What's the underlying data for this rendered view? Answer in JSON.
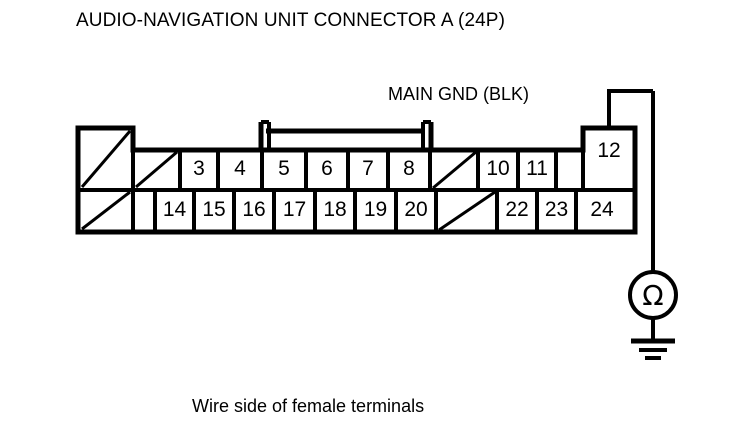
{
  "title": "AUDIO-NAVIGATION UNIT CONNECTOR A (24P)",
  "caption": "Wire side of female terminals",
  "wire_label": "MAIN GND (BLK)",
  "colors": {
    "ink": "#000000",
    "paper": "#ffffff"
  },
  "connector": {
    "name": "AUDIO-NAVIGATION UNIT CONNECTOR A",
    "pin_count_label": "(24P)",
    "pin_count": 24,
    "rows": 2,
    "top_row": [
      {
        "pin": 1,
        "label": "",
        "state": "blanked"
      },
      {
        "pin": 2,
        "label": "",
        "state": "blanked"
      },
      {
        "pin": 3,
        "label": "3",
        "state": "numbered"
      },
      {
        "pin": 4,
        "label": "4",
        "state": "numbered"
      },
      {
        "pin": 5,
        "label": "5",
        "state": "numbered"
      },
      {
        "pin": 6,
        "label": "6",
        "state": "numbered"
      },
      {
        "pin": 7,
        "label": "7",
        "state": "numbered"
      },
      {
        "pin": 8,
        "label": "8",
        "state": "numbered"
      },
      {
        "pin": 9,
        "label": "",
        "state": "blanked"
      },
      {
        "pin": 10,
        "label": "10",
        "state": "numbered"
      },
      {
        "pin": 11,
        "label": "11",
        "state": "numbered"
      },
      {
        "pin": 12,
        "label": "12",
        "state": "numbered"
      }
    ],
    "bottom_row": [
      {
        "pin": 13,
        "label": "",
        "state": "empty"
      },
      {
        "pin": 14,
        "label": "14",
        "state": "numbered"
      },
      {
        "pin": 15,
        "label": "15",
        "state": "numbered"
      },
      {
        "pin": 16,
        "label": "16",
        "state": "numbered"
      },
      {
        "pin": 17,
        "label": "17",
        "state": "numbered"
      },
      {
        "pin": 18,
        "label": "18",
        "state": "numbered"
      },
      {
        "pin": 19,
        "label": "19",
        "state": "numbered"
      },
      {
        "pin": 20,
        "label": "20",
        "state": "numbered"
      },
      {
        "pin": 21,
        "label": "",
        "state": "blanked"
      },
      {
        "pin": 22,
        "label": "22",
        "state": "numbered"
      },
      {
        "pin": 23,
        "label": "23",
        "state": "numbered"
      },
      {
        "pin": 24,
        "label": "24",
        "state": "numbered"
      }
    ]
  },
  "measurement": {
    "instrument": "ohmmeter",
    "instrument_glyph": "Ω",
    "from_pin": 12,
    "to": "chassis ground",
    "wire_label": "MAIN GND (BLK)",
    "wire_color": "BLK"
  }
}
